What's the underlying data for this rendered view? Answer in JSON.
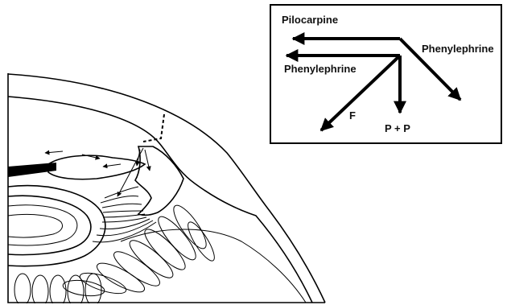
{
  "inset_labels": {
    "pilocarpine": "Pilocarpine",
    "phenylephrine_right": "Phenylephrine",
    "phenylephrine_left": "Phenylephrine",
    "f": "F",
    "p_plus_p": "P + P"
  },
  "colors": {
    "ink": "#000000",
    "background": "#ffffff"
  }
}
